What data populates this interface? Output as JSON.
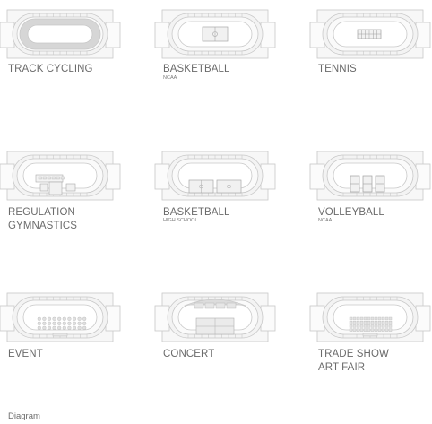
{
  "caption": "Diagram",
  "configurations": [
    {
      "id": "track-cycling",
      "line1": "TRACK CYCLING",
      "line2": "",
      "sub": "",
      "floor": "track"
    },
    {
      "id": "basketball-ncaa",
      "line1": "BASKETBALL",
      "line2": "",
      "sub": "NCAA",
      "floor": "basketball-one"
    },
    {
      "id": "tennis",
      "line1": "TENNIS",
      "line2": "",
      "sub": "",
      "floor": "tennis"
    },
    {
      "id": "regulation-gymnastics",
      "line1": "REGULATION",
      "line2": "GYMNASTICS",
      "sub": "",
      "floor": "gymnastics"
    },
    {
      "id": "basketball-high-school",
      "line1": "BASKETBALL",
      "line2": "",
      "sub": "HIGH SCHOOL",
      "floor": "basketball-two"
    },
    {
      "id": "volleyball-ncaa",
      "line1": "VOLLEYBALL",
      "line2": "",
      "sub": "NCAA",
      "floor": "volleyball"
    },
    {
      "id": "event",
      "line1": "EVENT",
      "line2": "",
      "sub": "",
      "floor": "event"
    },
    {
      "id": "concert",
      "line1": "CONCERT",
      "line2": "",
      "sub": "",
      "floor": "concert"
    },
    {
      "id": "trade-show-art-fair",
      "line1": "TRADE SHOW",
      "line2": "ART FAIR",
      "sub": "",
      "floor": "tradeshow"
    }
  ],
  "colors": {
    "line": "#c8c8c8",
    "fill": "#ececec",
    "dark": "#d6d6d6",
    "text": "#6b6b6b"
  }
}
